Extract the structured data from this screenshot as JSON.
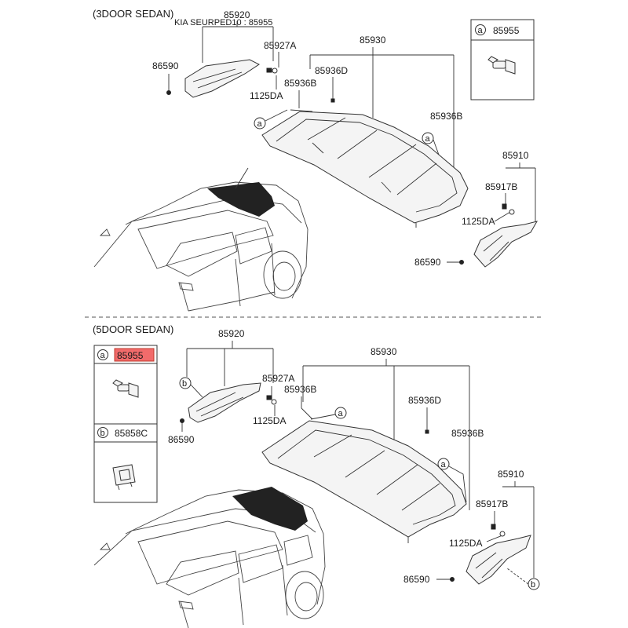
{
  "header_text": "KIA SEURPED10 : 85955",
  "sections": [
    {
      "title": "(3DOOR SEDAN)",
      "labels": {
        "p85920": "85920",
        "p85927A": "85927A",
        "p86590_left": "86590",
        "p85930": "85930",
        "p85936D": "85936D",
        "p85936B_a": "85936B",
        "p1125DA_left": "1125DA",
        "p85936B_b": "85936B",
        "p85910": "85910",
        "p85917B": "85917B",
        "p1125DA_right": "1125DA",
        "p86590_right": "86590"
      },
      "callouts": [
        "a",
        "a"
      ],
      "legend": [
        {
          "letter": "a",
          "part": "85955",
          "highlight": false
        }
      ]
    },
    {
      "title": "(5DOOR SEDAN)",
      "labels": {
        "p85920": "85920",
        "p85927A": "85927A",
        "p85936B_a": "85936B",
        "p1125DA_left": "1125DA",
        "p86590_left": "86590",
        "p85930": "85930",
        "p85936D": "85936D",
        "p85936B_b": "85936B",
        "p85910": "85910",
        "p85917B": "85917B",
        "p1125DA_right": "1125DA",
        "p86590_right": "86590"
      },
      "callouts": [
        "a",
        "a",
        "b",
        "b"
      ],
      "legend": [
        {
          "letter": "a",
          "part": "85955",
          "highlight": true
        },
        {
          "letter": "b",
          "part": "85858C",
          "highlight": false
        }
      ]
    }
  ],
  "colors": {
    "highlight_fill": "#f26b6b",
    "highlight_border": "#c0392b",
    "line": "#333333"
  }
}
